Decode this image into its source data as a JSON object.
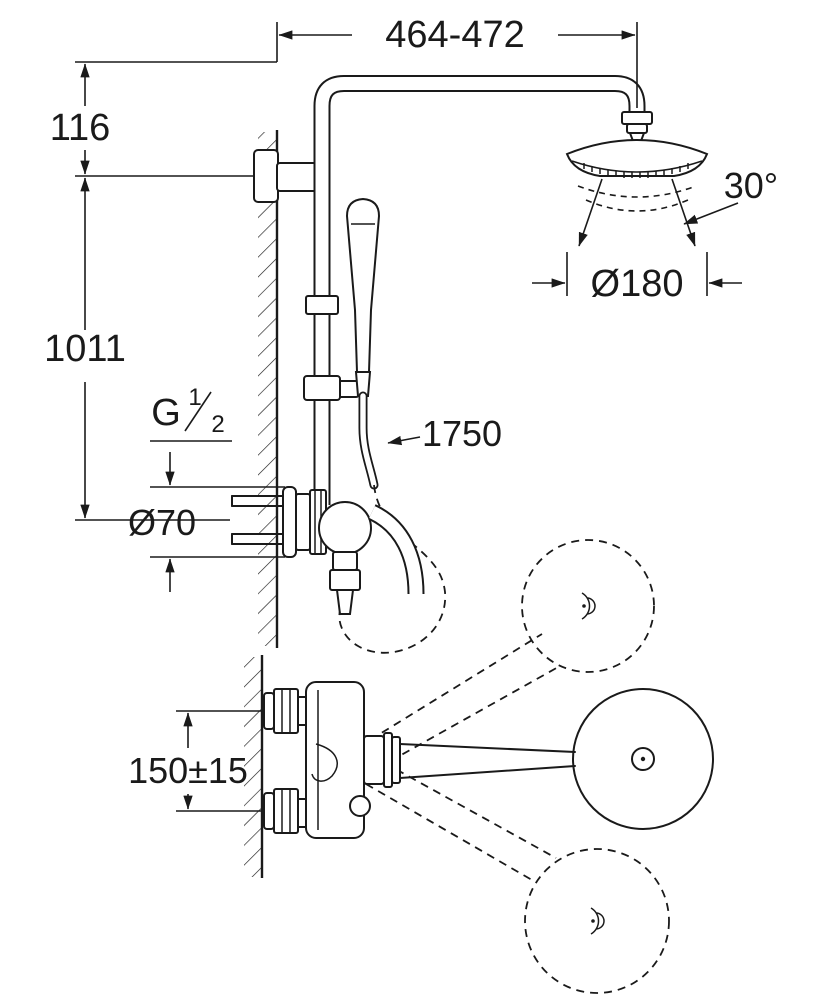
{
  "labels": {
    "width_top": "464-472",
    "offset_116": "116",
    "height_1011": "1011",
    "thread_letter": "G",
    "thread_num": "1",
    "thread_den": "2",
    "escutcheon_dia": "Ø70",
    "hose_len": "1750",
    "spray_angle": "30°",
    "head_dia": "Ø180",
    "valve_spacing": "150±15"
  },
  "colors": {
    "line": "#1a1a1a",
    "background": "#ffffff"
  }
}
